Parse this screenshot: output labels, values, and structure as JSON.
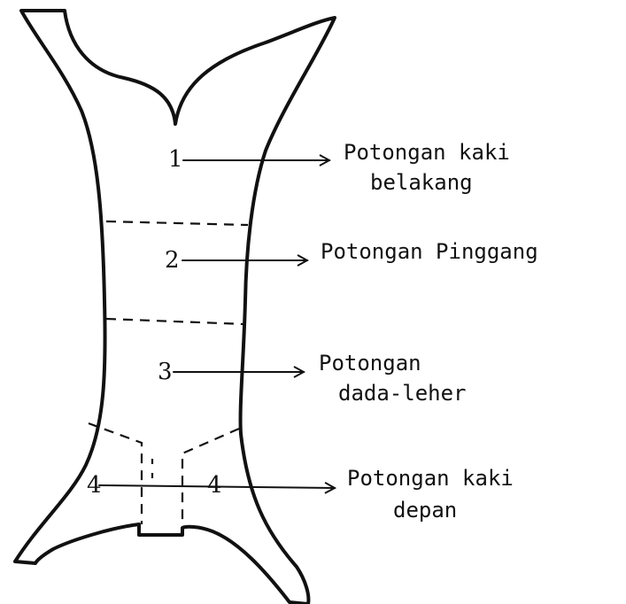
{
  "labels": [
    {
      "number": "1",
      "lines": [
        "Potongan kaki",
        "belakang"
      ]
    },
    {
      "number": "2",
      "lines": [
        "Potongan Pinggang"
      ]
    },
    {
      "number": "3",
      "lines": [
        "Potongan",
        "dada-leher"
      ]
    },
    {
      "number": "4",
      "number_second": "4",
      "lines": [
        "Potongan kaki",
        "depan"
      ]
    }
  ]
}
